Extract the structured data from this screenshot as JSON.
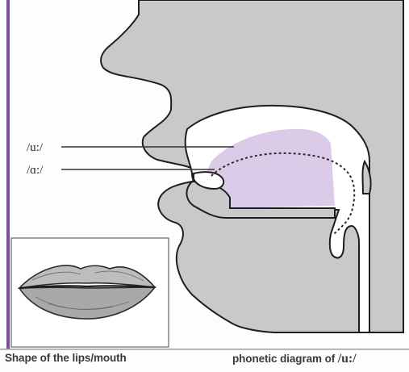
{
  "labels": {
    "u_vowel": "/u:/",
    "a_vowel": "/ɑ:/"
  },
  "captions": {
    "lips": "Shape of the lips/mouth",
    "diagram_prefix": "phonetic diagram of ",
    "diagram_symbol": "/u:/"
  },
  "colors": {
    "head_fill": "#c8c8c8",
    "tongue_region": "#dccbe8",
    "outline": "#1e1e1e",
    "frame": "#7d7d7d",
    "accent_bar": "#7a4f9e"
  }
}
